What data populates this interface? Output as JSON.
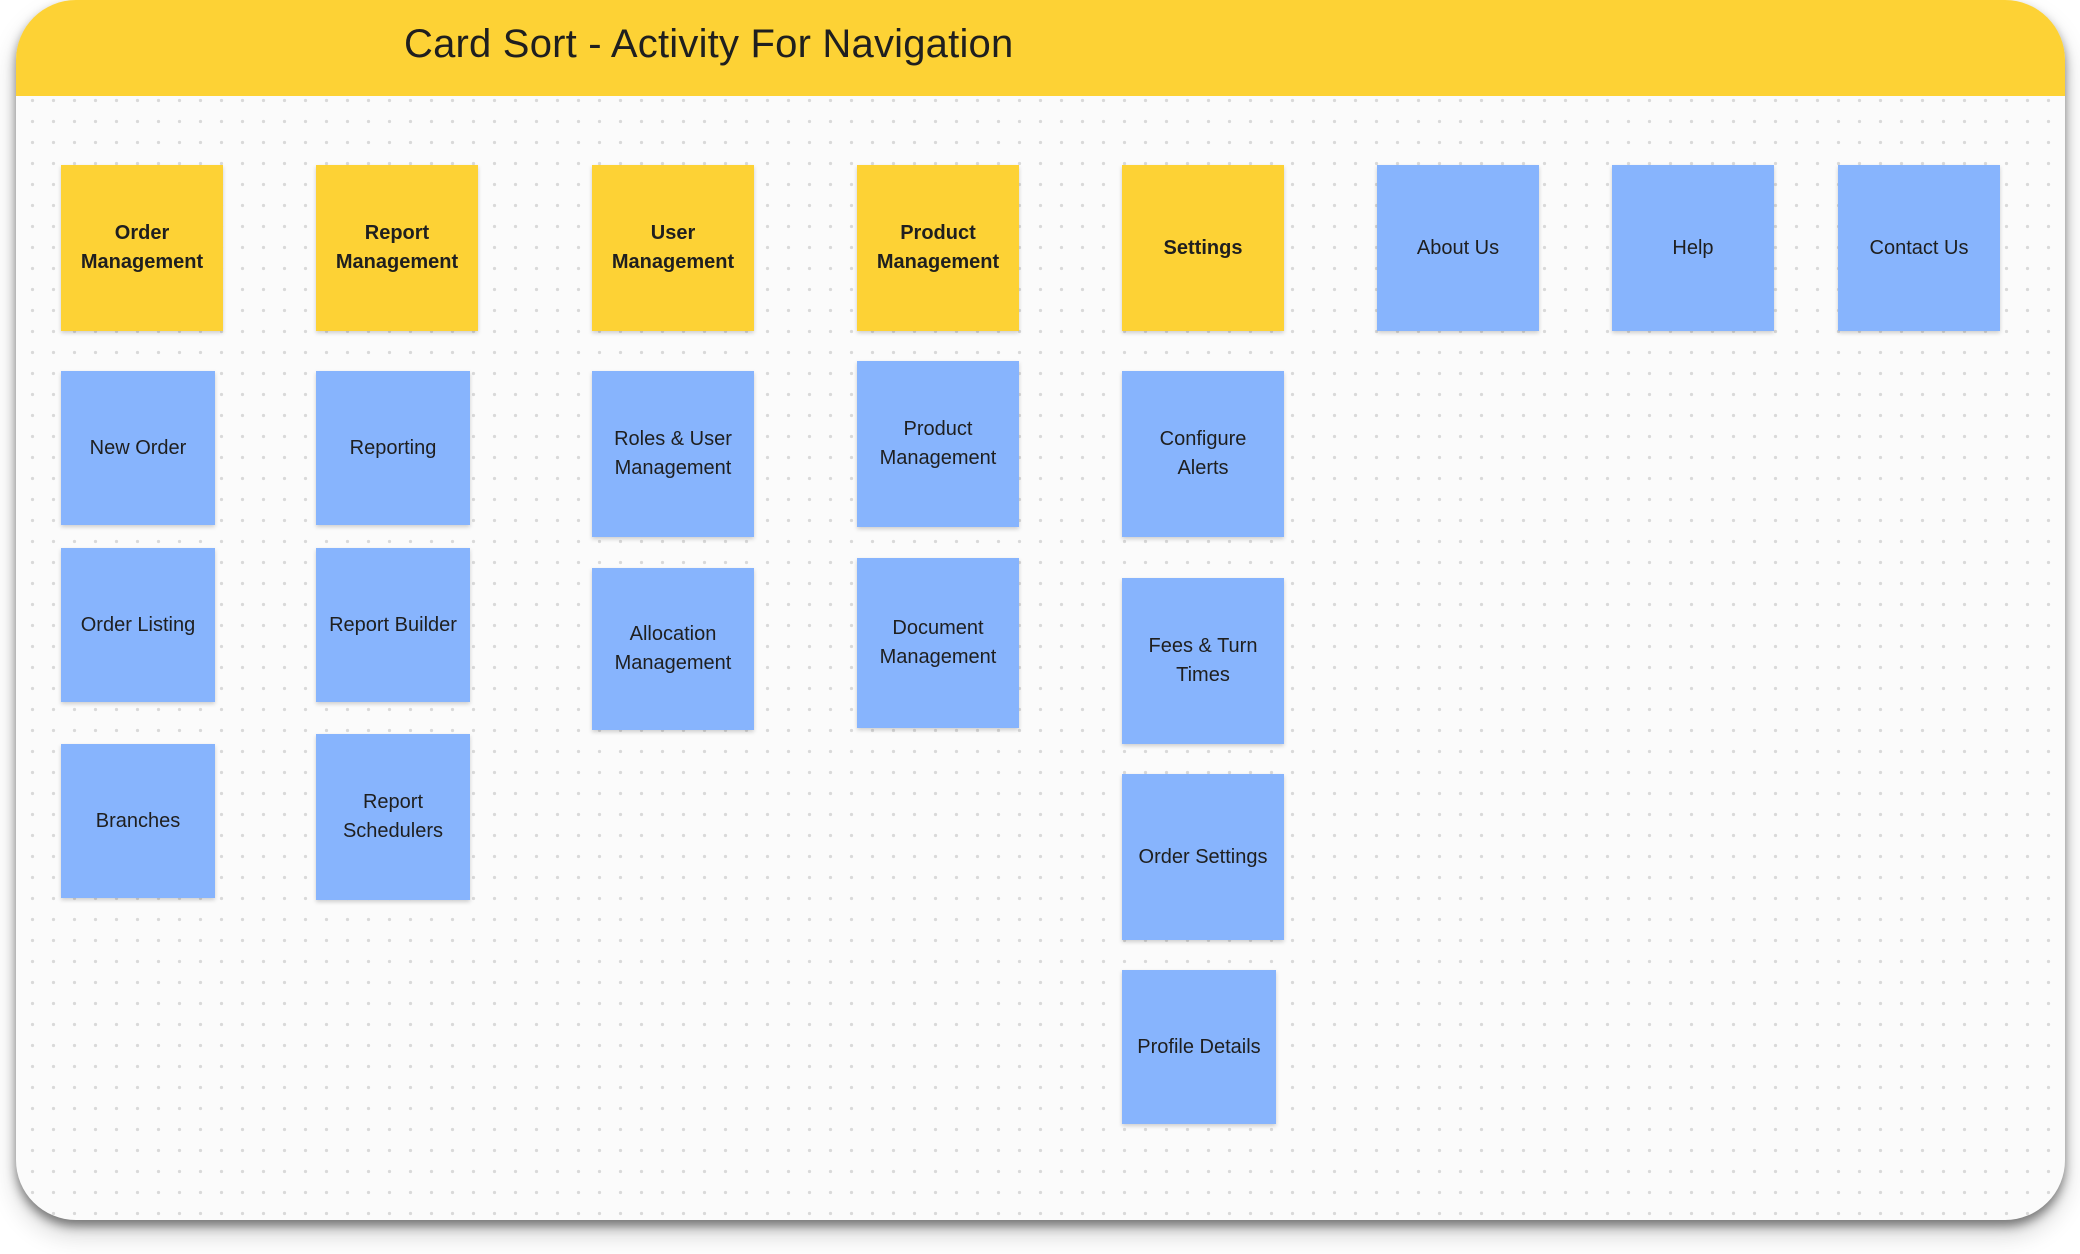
{
  "board": {
    "title": "Card Sort - Activity For Navigation"
  },
  "categories": {
    "order": "Order Management",
    "report": "Report Management",
    "user": "User Management",
    "product": "Product Management",
    "settings": "Settings"
  },
  "standalone": {
    "about": "About Us",
    "help": "Help",
    "contact": "Contact Us"
  },
  "cards": {
    "order": [
      "New Order",
      "Order Listing",
      "Branches"
    ],
    "report": [
      "Reporting",
      "Report Builder",
      "Report Schedulers"
    ],
    "user": [
      "Roles & User Management",
      "Allocation Management"
    ],
    "product": [
      "Product Management",
      "Document Management"
    ],
    "settings": [
      "Configure Alerts",
      "Fees & Turn Times",
      "Order Settings",
      "Profile Details"
    ]
  },
  "colors": {
    "header": "#fdd235",
    "category_card": "#fdd235",
    "item_card": "#87b4fd",
    "canvas": "#fbfbfb"
  }
}
